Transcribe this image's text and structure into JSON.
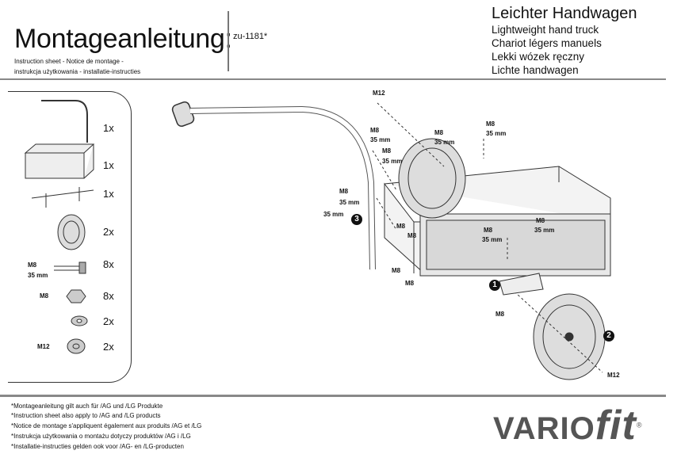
{
  "header": {
    "title": "Montageanleitung:",
    "subtitle_line1": "Instruction sheet - Notice de montage  -",
    "subtitle_line2": "instrukcja użytkowania - installatie-instructies",
    "code": "zu-1181*"
  },
  "product": {
    "title": "Leichter Handwagen",
    "names": [
      "Lightweight hand truck",
      "Chariot légers manuels",
      "Lekki wózek ręczny",
      "Lichte handwagen"
    ]
  },
  "parts": [
    {
      "label": "",
      "qty": "1x",
      "icon": "handle-bar-icon"
    },
    {
      "label": "",
      "qty": "1x",
      "icon": "box-icon"
    },
    {
      "label": "",
      "qty": "1x",
      "icon": "axle-bracket-icon"
    },
    {
      "label": "",
      "qty": "2x",
      "icon": "wheel-icon"
    },
    {
      "label": "M8\n35 mm",
      "qty": "8x",
      "icon": "bolt-icon"
    },
    {
      "label": "M8",
      "qty": "8x",
      "icon": "nut-icon"
    },
    {
      "label": "",
      "qty": "2x",
      "icon": "washer-icon"
    },
    {
      "label": "M12",
      "qty": "2x",
      "icon": "lock-nut-icon"
    }
  ],
  "diagram": {
    "labels": [
      "M12",
      "M8",
      "35 mm",
      "M8",
      "35 mm",
      "M8",
      "35 mm",
      "M8",
      "35 mm",
      "M8",
      "35 mm",
      "35 mm",
      "M8",
      "M8",
      "M8",
      "35 mm",
      "M8",
      "35 mm",
      "M8",
      "M8",
      "M8",
      "M12"
    ],
    "steps": [
      "1",
      "2",
      "3"
    ]
  },
  "footer": [
    "*Montageanleitung gilt auch für /AG und /LG Produkte",
    "*Instruction sheet also apply to /AG and /LG products",
    "*Notice de montage s'appliquent également aux produits /AG et /LG",
    "*Instrukcja użytkowania o montażu dotyczy produktów /AG i /LG",
    "*Installatie-instructies gelden ook voor /AG- en /LG-producten"
  ],
  "logo": {
    "text1": "VARIO",
    "text2": "fit",
    "mark": "®"
  }
}
